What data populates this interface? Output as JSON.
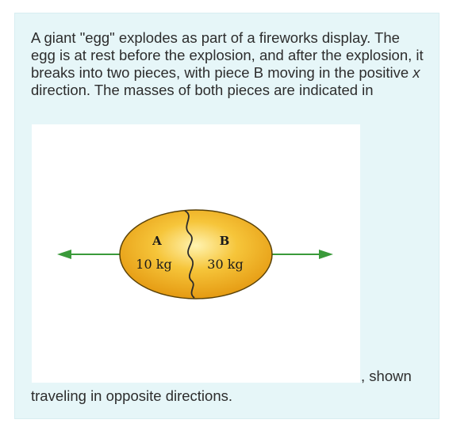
{
  "question": {
    "part1": "A giant \"egg\" explodes as part of a fireworks display. The egg is at rest before the explosion, and after the explosion, it breaks into two pieces, with piece B moving in the positive ",
    "italic": "x",
    "part2": " direction. The masses of both pieces are indicated in",
    "after_figure": ", shown",
    "tail": "traveling in opposite directions."
  },
  "figure": {
    "piece_a_label": "A",
    "piece_b_label": "B",
    "mass_a": "10 kg",
    "mass_b": "30 kg",
    "arrow_color": "#3a9a3a",
    "egg_color": "#f2b21c"
  }
}
